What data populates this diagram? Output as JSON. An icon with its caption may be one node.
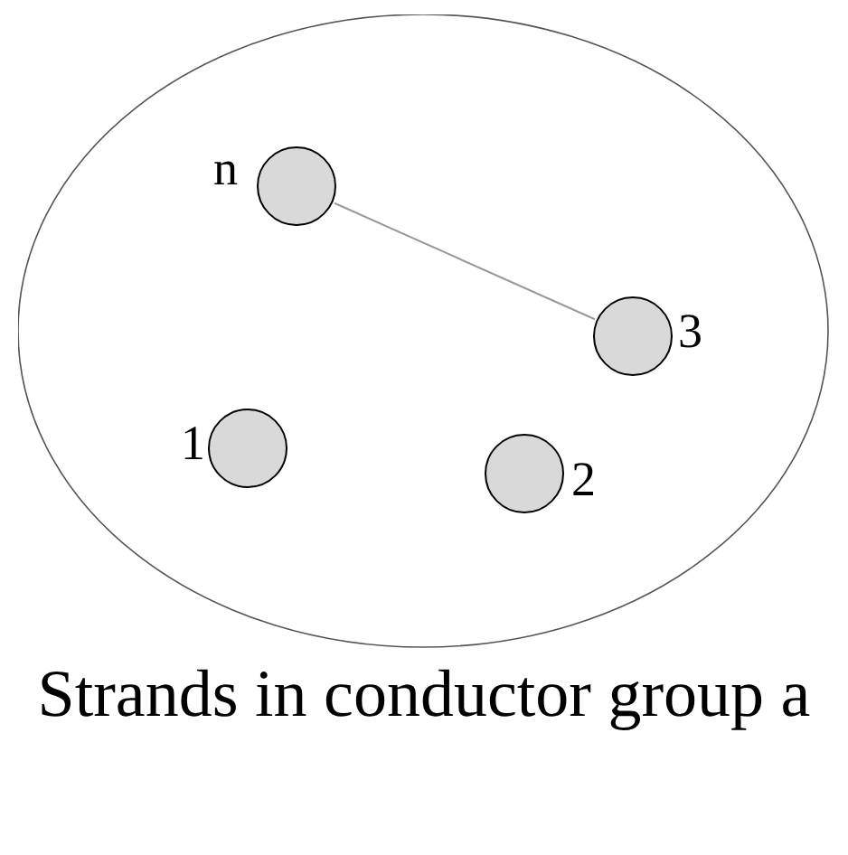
{
  "diagram": {
    "nodes": [
      {
        "text": [
          "Strands in conductor group a"
        ]
      },
      {
        "text": [],
        "shape": "circle",
        "in": 0,
        "beside": [
          "n"
        ]
      },
      {
        "text": [],
        "shape": "circle",
        "in": 0,
        "beside": [
          "3"
        ]
      },
      {
        "text": [],
        "shape": "circle",
        "in": 0,
        "beside": [
          "1"
        ]
      },
      {
        "text": [],
        "shape": "circle",
        "in": 0,
        "beside": [
          "2"
        ]
      }
    ],
    "edges": [
      {
        "from": 1,
        "to": 2,
        "arrow": "none"
      }
    ]
  }
}
